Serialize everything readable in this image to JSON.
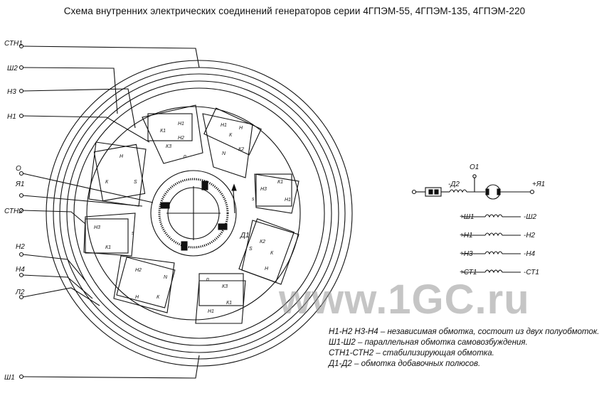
{
  "title": "Схема внутренних электрических соединений генераторов серии 4ГПЭМ-55, 4ГПЭМ-135, 4ГПЭМ-220",
  "terminals_left": [
    "СТН1",
    "Ш2",
    "Н3",
    "Н1",
    "О",
    "Я1",
    "СТН2",
    "Н2",
    "Н4",
    "Л2",
    "Ш1"
  ],
  "coil_labels": {
    "H1": "Н1",
    "K1": "К1",
    "H": "Н",
    "K": "К",
    "H2": "Н2",
    "K2": "К2",
    "H3": "Н3",
    "K3": "К3",
    "S": "S",
    "N": "N",
    "n": "n",
    "s": "s",
    "D1": "Д1"
  },
  "schematic": {
    "O1": "О1",
    "D2": "-Д2",
    "Ya1": "+Я1",
    "rows": [
      {
        "left": "+Ш1",
        "right": "-Ш2"
      },
      {
        "left": "+Н1",
        "right": "-Н2"
      },
      {
        "left": "+Н3",
        "right": "-Н4"
      },
      {
        "left": "+СТ1",
        "right": "-СТ1"
      }
    ]
  },
  "legend": [
    "Н1-Н2  Н3-Н4 – независимая обмотка, состоит из двух полуобмоток.",
    "Ш1-Ш2 – параллельная обмотка самовозбуждения.",
    "СТН1-СТН2 – стабилизирующая обмотка.",
    "Д1-Д2 – обмотка добавочных полюсов."
  ],
  "watermark": "www.1GC.ru",
  "colors": {
    "line": "#111111",
    "watermark": "#969696"
  }
}
